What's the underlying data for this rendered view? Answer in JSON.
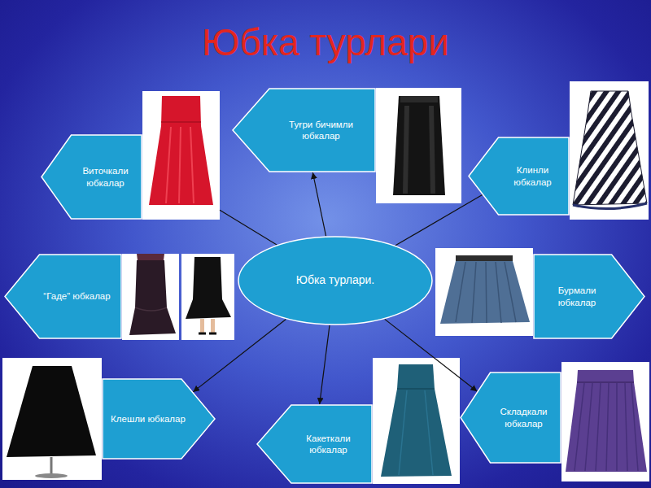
{
  "diagram": {
    "title": "Юбка турлари",
    "nodes": [
      {
        "text": [
          "Туғри бичимли юбкалар"
        ]
      },
      {
        "text": [
          "Виточкали юбкалар"
        ]
      },
      {
        "text": [
          "Клинли юбкалар"
        ]
      },
      {
        "text": [
          "Юбка турлари."
        ]
      },
      {
        "text": [
          "“Гаде” юбкалар"
        ]
      },
      {
        "text": [
          "Бурмали юбкалар"
        ]
      },
      {
        "text": [
          "Складкали юбкалар"
        ]
      },
      {
        "text": [
          "Клешли юбкалар"
        ]
      },
      {
        "text": [
          "Какеткали юбкалар"
        ]
      }
    ],
    "edges": [
      {
        "from": 3,
        "to": 0,
        "arrow": "to"
      },
      {
        "from": 3,
        "to": 1,
        "arrow": "none"
      },
      {
        "from": 3,
        "to": 2,
        "arrow": "none"
      },
      {
        "from": 3,
        "to": 6,
        "arrow": "to"
      },
      {
        "from": 3,
        "to": 7,
        "arrow": "to"
      },
      {
        "from": 3,
        "to": 8,
        "arrow": "to"
      }
    ]
  }
}
